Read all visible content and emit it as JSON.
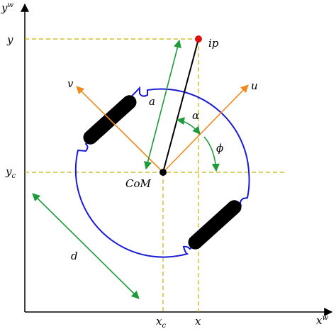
{
  "labels": {
    "y_axis_main": "y",
    "y_axis_sup": "w",
    "x_axis_main": "x",
    "x_axis_sup": "w",
    "y_tick": "y",
    "y_c_main": "y",
    "y_c_sub": "c",
    "x_c_main": "x",
    "x_c_sub": "c",
    "x_tick": "x",
    "ip": "ip",
    "com": "CoM",
    "a": "a",
    "d": "d",
    "alpha": "α",
    "phi": "ϕ",
    "u": "u",
    "v": "v"
  },
  "colors": {
    "axis": "#000000",
    "dashed_guides": "#c8b400",
    "robot_body": "#1a1ad6",
    "frame_vectors": "#f08a1e",
    "dimensions": "#1e9a3a",
    "ip_point": "#e01010",
    "wheels": "#000000"
  }
}
